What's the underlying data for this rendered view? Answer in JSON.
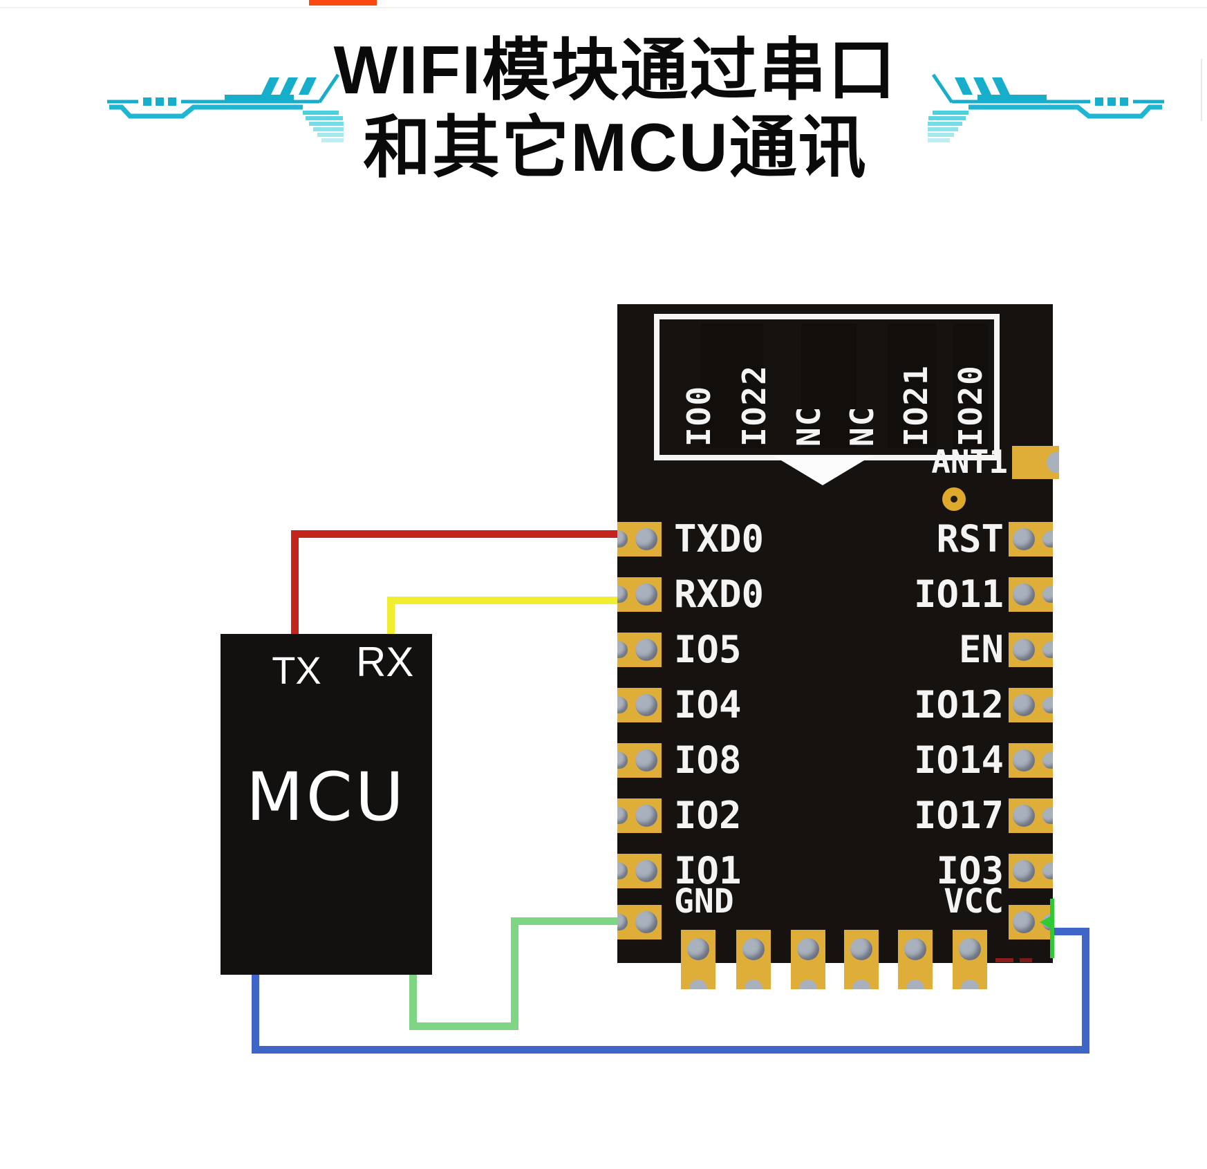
{
  "page": {
    "top_accent_bar_color": "#fb4a10",
    "background_color": "#ffffff"
  },
  "header": {
    "title_line1": "WIFI模块通过串口",
    "title_line2": "和其它MCU通讯",
    "title_color": "#0a0a0a",
    "decoration_color": "#17aecb"
  },
  "mcu_chip": {
    "name": "MCU",
    "pin_tx": "TX",
    "pin_rx": "RX",
    "body_color": "#131010"
  },
  "wifi_module": {
    "body_color": "#161210",
    "pad_color": "#dfae39",
    "top_pins": [
      "IO0",
      "IO22",
      "NC",
      "NC",
      "IO21",
      "IO20"
    ],
    "left_pins": [
      "TXD0",
      "RXD0",
      "IO5",
      "IO4",
      "IO8",
      "IO2",
      "IO1"
    ],
    "right_pins": [
      "RST",
      "IO11",
      "EN",
      "IO12",
      "IO14",
      "IO17",
      "IO3"
    ],
    "antenna_pin": "ANT1",
    "ground_pin": "GND",
    "power_pin": "VCC",
    "vcc_marker_color": "#2ecb35"
  },
  "wires": {
    "tx_to_txd0": {
      "color": "#c3241c"
    },
    "rx_to_rxd0": {
      "color": "#f1ee32"
    },
    "gnd_wire": {
      "color": "#7ed684"
    },
    "vcc_wire": {
      "color": "#4065c9"
    }
  }
}
